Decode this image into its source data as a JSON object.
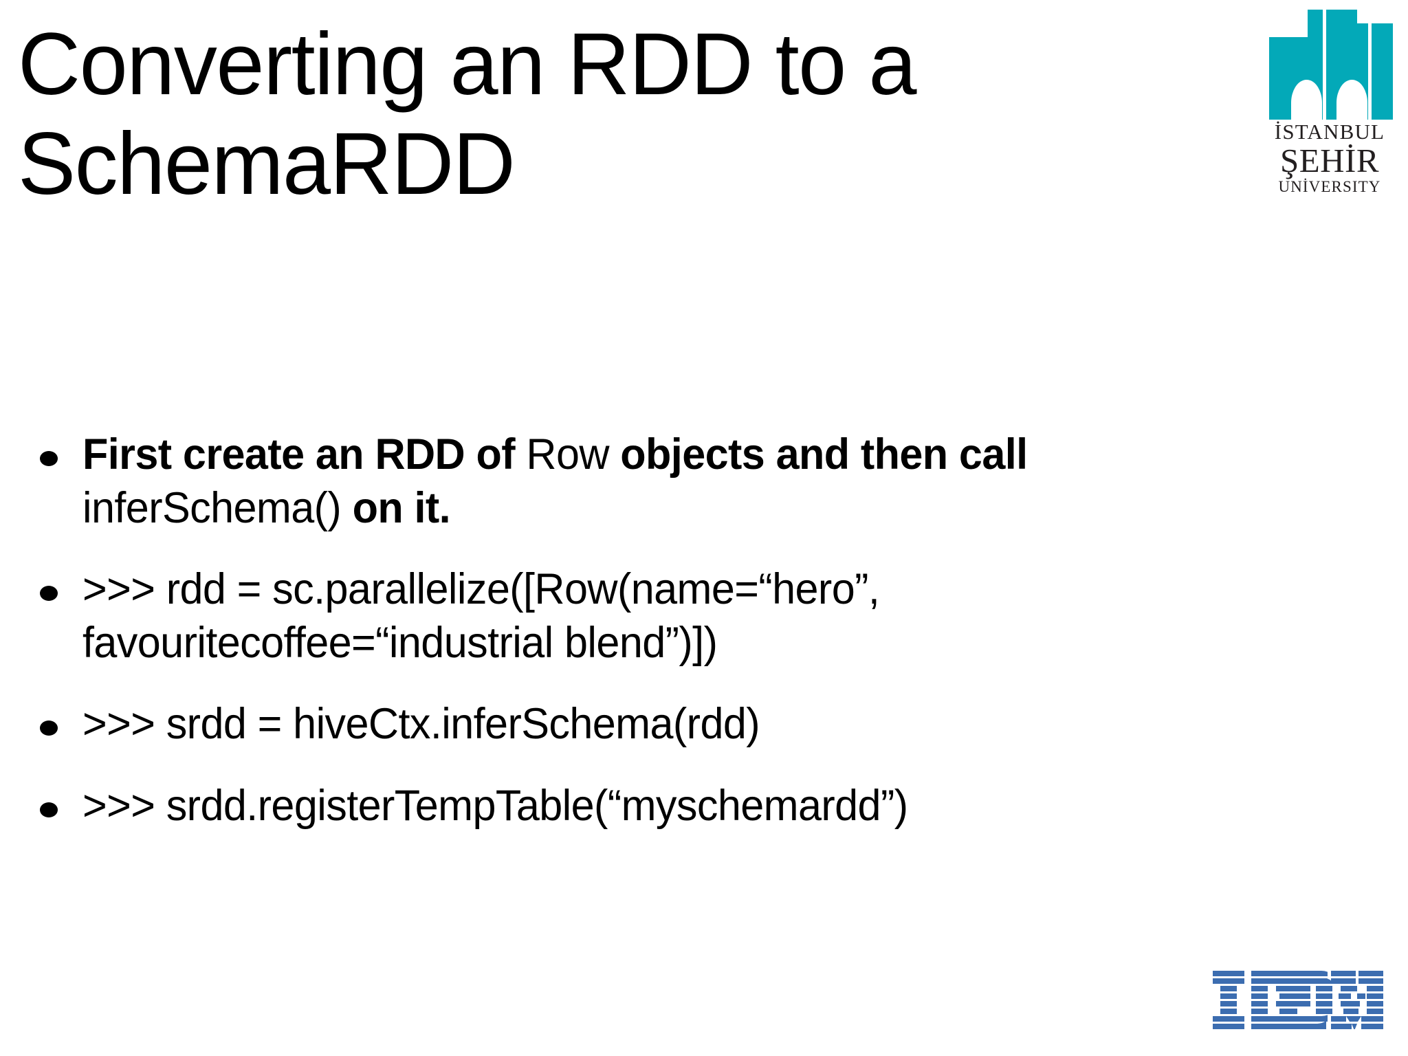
{
  "slide": {
    "background_color": "#FFFFFF",
    "title": {
      "line1": "Converting an RDD to a",
      "line2": "SchemaRDD"
    },
    "bullets": [
      {
        "marker": "bullet-dot",
        "segments": [
          {
            "text": "First create an RDD of ",
            "weight": "bold"
          },
          {
            "text": "Row",
            "weight": "regular"
          },
          {
            "text": " objects and then call ",
            "weight": "bold"
          },
          {
            "text": "inferSchema()",
            "weight": "regular"
          },
          {
            "text": " on it.",
            "weight": "bold"
          }
        ],
        "plain": "First create an RDD of Row objects and then call inferSchema() on it."
      },
      {
        "marker": "bullet-dot",
        "segments": [
          {
            "text": ">>> rdd = sc.parallelize([Row(name=“hero”, favouritecoffee=“industrial blend”)])",
            "weight": "regular"
          }
        ],
        "plain": ">>> rdd = sc.parallelize([Row(name=“hero”, favouritecoffee=“industrial blend”)])"
      },
      {
        "marker": "bullet-dot",
        "segments": [
          {
            "text": ">>> srdd = hiveCtx.inferSchema(rdd)",
            "weight": "regular"
          }
        ],
        "plain": ">>> srdd = hiveCtx.inferSchema(rdd)"
      },
      {
        "marker": "bullet-dot",
        "segments": [
          {
            "text": ">>> srdd.registerTempTable(“myschemardd”)",
            "weight": "regular"
          }
        ],
        "plain": ">>> srdd.registerTempTable(“myschemardd”)"
      }
    ]
  },
  "sehir_logo": {
    "name": "istanbul-sehir-university-logo",
    "line1": "İSTANBUL",
    "line2": "ŞEHİR",
    "line3": "UNİVERSITY",
    "mark_color": "#03A9B8",
    "text_color": "#231F20"
  },
  "ibm_logo": {
    "name": "ibm-logo",
    "label": "IBM",
    "color": "#3C6DB0"
  }
}
